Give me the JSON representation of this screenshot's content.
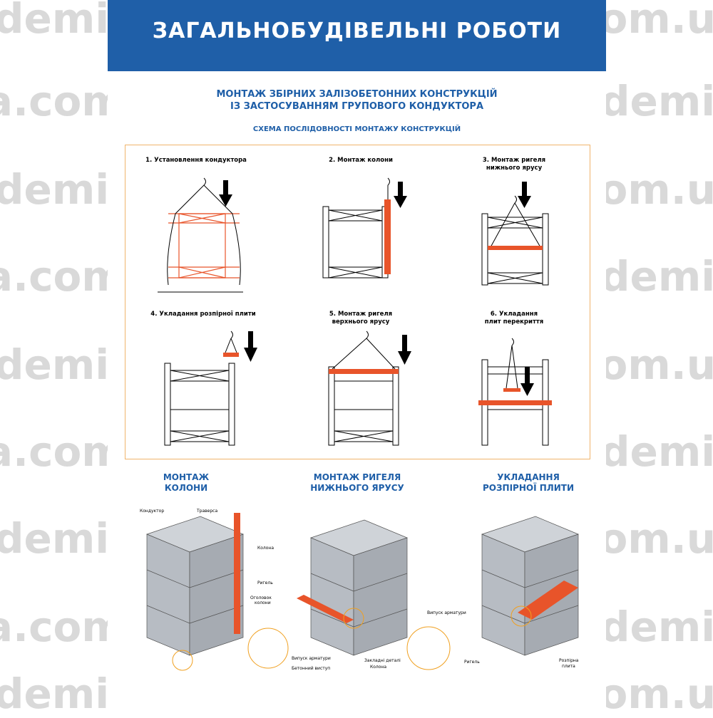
{
  "header": {
    "title": "ЗАГАЛЬНОБУДІВЕЛЬНІ РОБОТИ",
    "color": "#1f5fa8"
  },
  "section": {
    "title_line1": "МОНТАЖ ЗБІРНИХ ЗАЛІЗОБЕТОННИХ КОНСТРУКЦІЙ",
    "title_line2": "ІЗ ЗАСТОСУВАННЯМ ГРУПОВОГО КОНДУКТОРА",
    "scheme_title": "СХЕМА ПОСЛІДОВНОСТІ МОНТАЖУ КОНСТРУКЦІЙ"
  },
  "steps": [
    {
      "label_line1": "1. Установлення кондуктора",
      "label_line2": ""
    },
    {
      "label_line1": "2. Монтаж колони",
      "label_line2": ""
    },
    {
      "label_line1": "3. Монтаж ригеля",
      "label_line2": "нижнього ярусу"
    },
    {
      "label_line1": "4. Укладання розпірної плити",
      "label_line2": ""
    },
    {
      "label_line1": "5. Монтаж ригеля",
      "label_line2": "верхнього ярусу"
    },
    {
      "label_line1": "6. Укладання",
      "label_line2": "плит перекриття"
    }
  ],
  "bottom_sections": [
    {
      "line1": "МОНТАЖ",
      "line2": "КОЛОНИ"
    },
    {
      "line1": "МОНТАЖ РИГЕЛЯ",
      "line2": "НИЖНЬОГО ЯРУСУ"
    },
    {
      "line1": "УКЛАДАННЯ",
      "line2": "РОЗПІРНОЇ ПЛИТИ"
    }
  ],
  "callouts": {
    "conductor": "Кондуктор",
    "traverse": "Траверса",
    "column": "Колона",
    "column_head_1": "Оголовок",
    "column_head_2": "колони",
    "rebar_outlet": "Випуск арматури",
    "concrete_ledge": "Бетонний виступ",
    "beam": "Ригель",
    "rebar_outlet_2": "Випуск арматури",
    "embedded_parts": "Закладні деталі",
    "column_2": "Колона",
    "beam_2": "Ригель",
    "spacer_slab_1": "Розпірна",
    "spacer_slab_2": "плита"
  },
  "watermark": "demita.com.ua",
  "colors": {
    "accent_orange": "#e8542a",
    "frame_orange": "#f0b46c",
    "blue": "#1f5fa8"
  }
}
